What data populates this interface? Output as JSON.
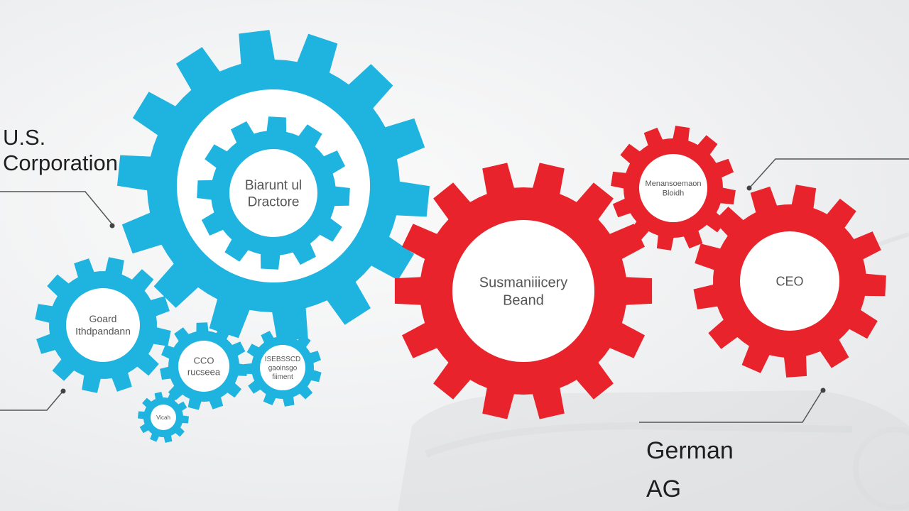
{
  "colors": {
    "us_gear": "#1fb3e0",
    "de_gear": "#e8232b",
    "gear_center": "#ffffff",
    "gear_text": "#555555",
    "connector": "#555555"
  },
  "us_corporation": {
    "label_line1": "U.S.",
    "label_line2": "Corporation",
    "gears": [
      {
        "id": "board-of-directors",
        "text": [
          "Biarunt ul",
          "Dractore"
        ]
      },
      {
        "id": "board-independent",
        "text": [
          "Goard",
          "Ithdpandann"
        ]
      },
      {
        "id": "cco-us",
        "text": [
          "CCO",
          "rucseea"
        ]
      },
      {
        "id": "committee",
        "text": [
          "ISEBSSCD",
          "gaoinsgo",
          "fiiment"
        ]
      },
      {
        "id": "small-gear",
        "text": [
          "Vicah"
        ]
      }
    ]
  },
  "german_ag": {
    "label_line1": "German",
    "label_line2": "AG",
    "gears": [
      {
        "id": "supervisory-board",
        "text": [
          "Susmaniiicery",
          "Beand"
        ]
      },
      {
        "id": "management-board",
        "text": [
          "Menansoemaon",
          "Bloidh"
        ]
      },
      {
        "id": "ceo-de",
        "text": [
          "CEO"
        ]
      }
    ]
  }
}
